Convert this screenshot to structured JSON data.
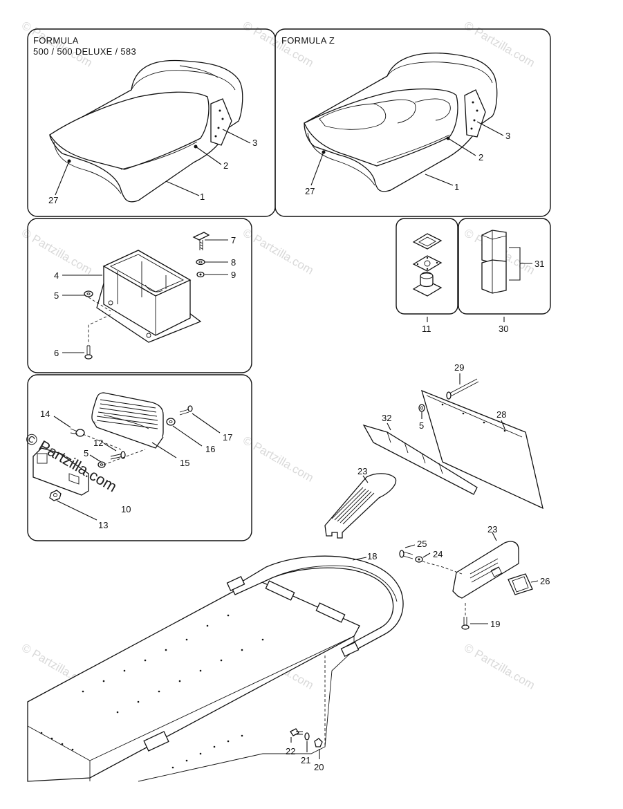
{
  "panels": {
    "formula": {
      "title_line1": "FORMULA",
      "title_line2": "500 / 500 DELUXE / 583"
    },
    "formula_z": {
      "title": "FORMULA  Z"
    }
  },
  "callouts": {
    "p1_1": "1",
    "p1_2": "2",
    "p1_3": "3",
    "p1_27": "27",
    "p2_1": "1",
    "p2_2": "2",
    "p2_3": "3",
    "p2_27": "27",
    "n4": "4",
    "n5a": "5",
    "n6": "6",
    "n7": "7",
    "n8": "8",
    "n9": "9",
    "n11": "11",
    "n30": "30",
    "n31": "31",
    "n14": "14",
    "n12": "12",
    "n5b": "5",
    "n13": "13",
    "n10": "10",
    "n15": "15",
    "n16": "16",
    "n17": "17",
    "n29": "29",
    "n5c": "5",
    "n28": "28",
    "n32": "32",
    "n23a": "23",
    "n23b": "23",
    "n18": "18",
    "n25": "25",
    "n24": "24",
    "n26": "26",
    "n19": "19",
    "n22": "22",
    "n21": "21",
    "n20": "20"
  },
  "watermark": {
    "text": "© Partzilla.com"
  }
}
